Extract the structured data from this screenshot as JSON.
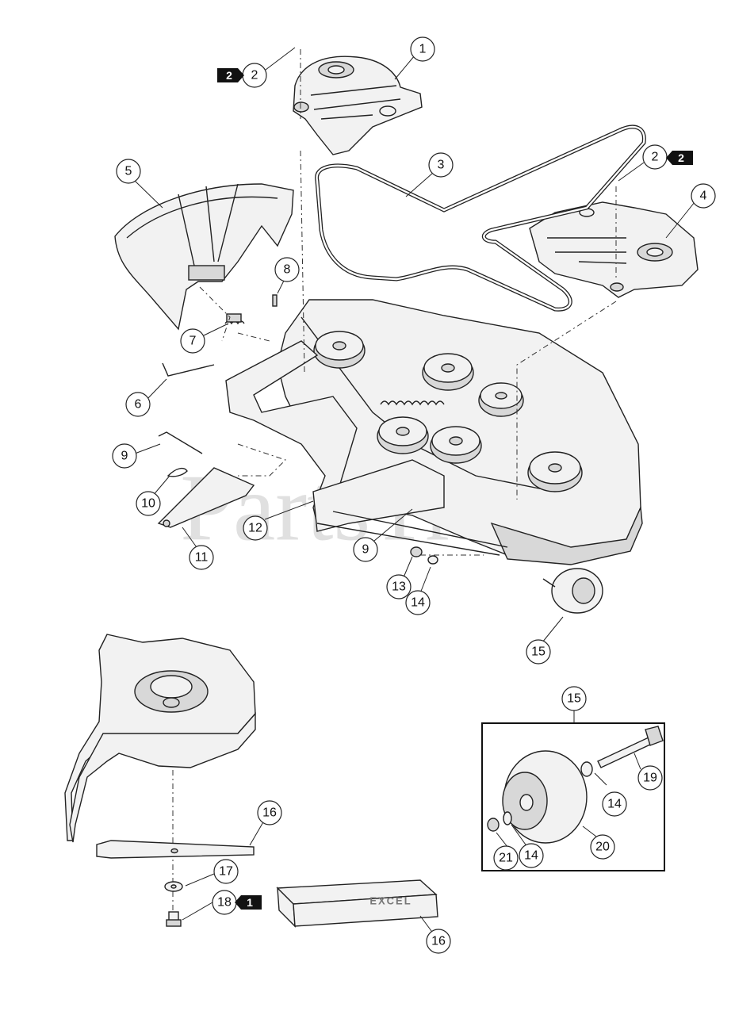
{
  "watermark": "PartsTree",
  "brand_label": "EXCEL",
  "callouts": [
    {
      "id": "c1",
      "num": "1"
    },
    {
      "id": "c2a",
      "num": "2"
    },
    {
      "id": "c2b",
      "num": "2"
    },
    {
      "id": "c3",
      "num": "3"
    },
    {
      "id": "c4",
      "num": "4"
    },
    {
      "id": "c5",
      "num": "5"
    },
    {
      "id": "c6",
      "num": "6"
    },
    {
      "id": "c7",
      "num": "7"
    },
    {
      "id": "c8",
      "num": "8"
    },
    {
      "id": "c9a",
      "num": "9"
    },
    {
      "id": "c9b",
      "num": "9"
    },
    {
      "id": "c10",
      "num": "10"
    },
    {
      "id": "c11",
      "num": "11"
    },
    {
      "id": "c12",
      "num": "12"
    },
    {
      "id": "c13",
      "num": "13"
    },
    {
      "id": "c14a",
      "num": "14"
    },
    {
      "id": "c15a",
      "num": "15"
    },
    {
      "id": "c15b",
      "num": "15"
    },
    {
      "id": "c14b",
      "num": "14"
    },
    {
      "id": "c14c",
      "num": "14"
    },
    {
      "id": "c19",
      "num": "19"
    },
    {
      "id": "c20",
      "num": "20"
    },
    {
      "id": "c21",
      "num": "21"
    },
    {
      "id": "c16a",
      "num": "16"
    },
    {
      "id": "c16b",
      "num": "16"
    },
    {
      "id": "c17",
      "num": "17"
    },
    {
      "id": "c18",
      "num": "18"
    }
  ],
  "tags": [
    {
      "id": "t2a",
      "num": "2"
    },
    {
      "id": "t2b",
      "num": "2"
    },
    {
      "id": "t18",
      "num": "1"
    }
  ]
}
